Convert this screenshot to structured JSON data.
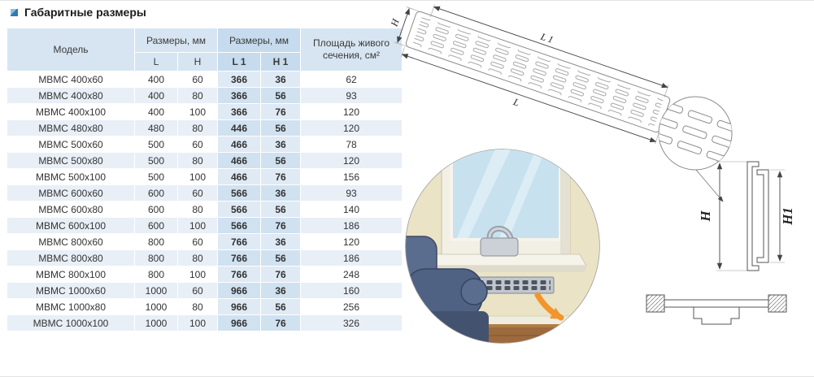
{
  "page": {
    "title": "Габаритные размеры"
  },
  "table": {
    "headers": {
      "model": "Модель",
      "dims_lh": "Размеры, мм",
      "dims_l1h1": "Размеры, мм",
      "area": "Площадь живого сечения, см²",
      "col_l": "L",
      "col_h": "H",
      "col_l1": "L 1",
      "col_h1": "H 1"
    },
    "rows": [
      {
        "model": "МВМС 400x60",
        "l": 400,
        "h": 60,
        "l1": 366,
        "h1": 36,
        "area": 62
      },
      {
        "model": "МВМС 400x80",
        "l": 400,
        "h": 80,
        "l1": 366,
        "h1": 56,
        "area": 93
      },
      {
        "model": "МВМС 400x100",
        "l": 400,
        "h": 100,
        "l1": 366,
        "h1": 76,
        "area": 120
      },
      {
        "model": "МВМС 480x80",
        "l": 480,
        "h": 80,
        "l1": 446,
        "h1": 56,
        "area": 120
      },
      {
        "model": "МВМС 500x60",
        "l": 500,
        "h": 60,
        "l1": 466,
        "h1": 36,
        "area": 78
      },
      {
        "model": "МВМС 500x80",
        "l": 500,
        "h": 80,
        "l1": 466,
        "h1": 56,
        "area": 120
      },
      {
        "model": "МВМС 500x100",
        "l": 500,
        "h": 100,
        "l1": 466,
        "h1": 76,
        "area": 156
      },
      {
        "model": "МВМС 600x60",
        "l": 600,
        "h": 60,
        "l1": 566,
        "h1": 36,
        "area": 93
      },
      {
        "model": "МВМС 600x80",
        "l": 600,
        "h": 80,
        "l1": 566,
        "h1": 56,
        "area": 140
      },
      {
        "model": "МВМС 600x100",
        "l": 600,
        "h": 100,
        "l1": 566,
        "h1": 76,
        "area": 186
      },
      {
        "model": "МВМС 800x60",
        "l": 800,
        "h": 60,
        "l1": 766,
        "h1": 36,
        "area": 120
      },
      {
        "model": "МВМС 800x80",
        "l": 800,
        "h": 80,
        "l1": 766,
        "h1": 56,
        "area": 186
      },
      {
        "model": "МВМС 800x100",
        "l": 800,
        "h": 100,
        "l1": 766,
        "h1": 76,
        "area": 248
      },
      {
        "model": "МВМС 1000x60",
        "l": 1000,
        "h": 60,
        "l1": 966,
        "h1": 36,
        "area": 160
      },
      {
        "model": "МВМС 1000x80",
        "l": 1000,
        "h": 80,
        "l1": 966,
        "h1": 56,
        "area": 256
      },
      {
        "model": "МВМС 1000x100",
        "l": 1000,
        "h": 100,
        "l1": 966,
        "h1": 76,
        "area": 326
      }
    ]
  },
  "diagram": {
    "grille": {
      "l1": "L 1",
      "l": "L",
      "h": "H"
    },
    "profile": {
      "h": "H",
      "h1": "H1"
    }
  },
  "colors": {
    "accent_blue": "#2e7ab2",
    "header_bg": "#d7e5f2",
    "header_bg_dark": "#c6dbed",
    "row_alt_bg": "#e9eff7",
    "arrow_orange": "#f2952c"
  }
}
